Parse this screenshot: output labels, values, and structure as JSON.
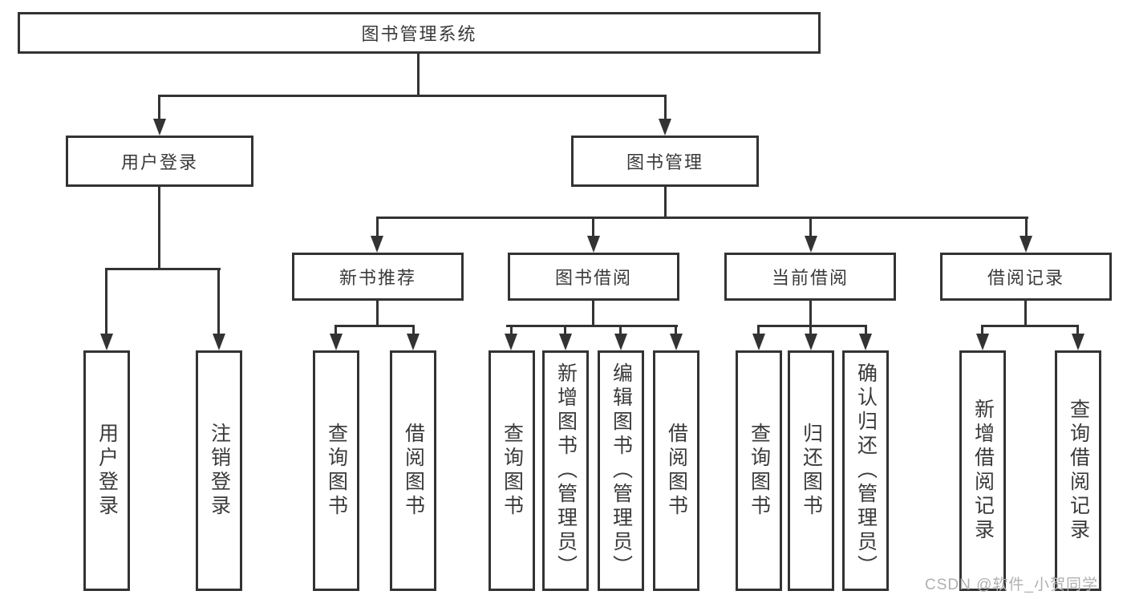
{
  "diagram": {
    "type": "hierarchy-tree",
    "colors": {
      "line": "#333333",
      "text": "#3a3a3a",
      "watermark_text": "#b0b0b0",
      "background": "#ffffff"
    },
    "root": {
      "label": "图书管理系统"
    },
    "branches": [
      {
        "label": "用户登录",
        "children": [
          {
            "label": "用户登录"
          },
          {
            "label": "注销登录"
          }
        ]
      },
      {
        "label": "图书管理",
        "children": [
          {
            "label": "新书推荐",
            "children": [
              {
                "label": "查询图书"
              },
              {
                "label": "借阅图书"
              }
            ]
          },
          {
            "label": "图书借阅",
            "children": [
              {
                "label": "查询图书"
              },
              {
                "label": "新增图书（管理员）"
              },
              {
                "label": "编辑图书（管理员）"
              },
              {
                "label": "借阅图书"
              }
            ]
          },
          {
            "label": "当前借阅",
            "children": [
              {
                "label": "查询图书"
              },
              {
                "label": "归还图书"
              },
              {
                "label": "确认归还（管理员）"
              }
            ]
          },
          {
            "label": "借阅记录",
            "children": [
              {
                "label": "新增借阅记录"
              },
              {
                "label": "查询借阅记录"
              }
            ]
          }
        ]
      }
    ],
    "watermark": "CSDN @软件_小贺同学"
  }
}
